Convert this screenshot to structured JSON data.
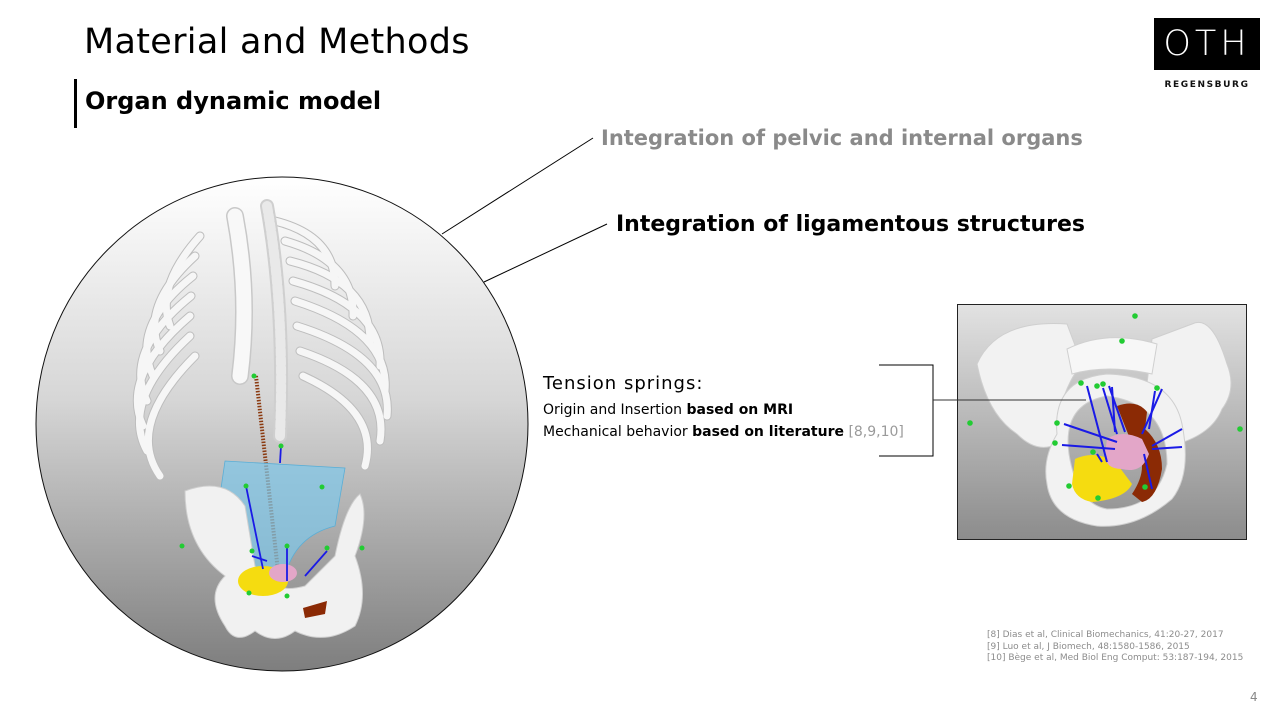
{
  "slide": {
    "title": "Material and Methods",
    "subtitle": "Organ dynamic model",
    "page_number": "4"
  },
  "logo": {
    "mark": "OTH",
    "city": "REGENSBURG"
  },
  "points": [
    {
      "label": "Integration of pelvic and internal organs",
      "state": "inactive",
      "color": "#8a8a8a"
    },
    {
      "label": "Integration of ligamentous structures",
      "state": "active",
      "color": "#000000"
    }
  ],
  "tension_springs": {
    "heading": "Tension springs:",
    "lines": [
      {
        "prefix": "Origin and Insertion ",
        "bold": "based on MRI",
        "citation": ""
      },
      {
        "prefix": "Mechanical behavior ",
        "bold": "based on literature",
        "citation": "[8,9,10]"
      }
    ]
  },
  "figures": {
    "full_body": {
      "description": "3D model of rib cage, spine spring, pelvis and organs in circular inset",
      "icon": "anatomy-model-circle"
    },
    "pelvis_detail": {
      "description": "3D pelvis with bladder, uterus, rectum and blue ligament springs with green attachment points",
      "icon": "pelvis-ligament-model"
    }
  },
  "references": [
    "[8] Dias et al, Clinical Biomechanics, 41:20-27, 2017",
    "[9] Luo et al, J Biomech, 48:1580-1586, 2015",
    "[10] Bège et al, Med Biol Eng Comput: 53:187-194, 2015"
  ],
  "colors": {
    "bone": "#eeeeee",
    "ligament": "#1a1ae6",
    "attachment_point": "#22cc33",
    "bladder": "#f5dc10",
    "uterus": "#e3a6c8",
    "rectum": "#8b2a05",
    "abdomen_shell": "#7fc8ea",
    "spring": "#8b3a10"
  }
}
